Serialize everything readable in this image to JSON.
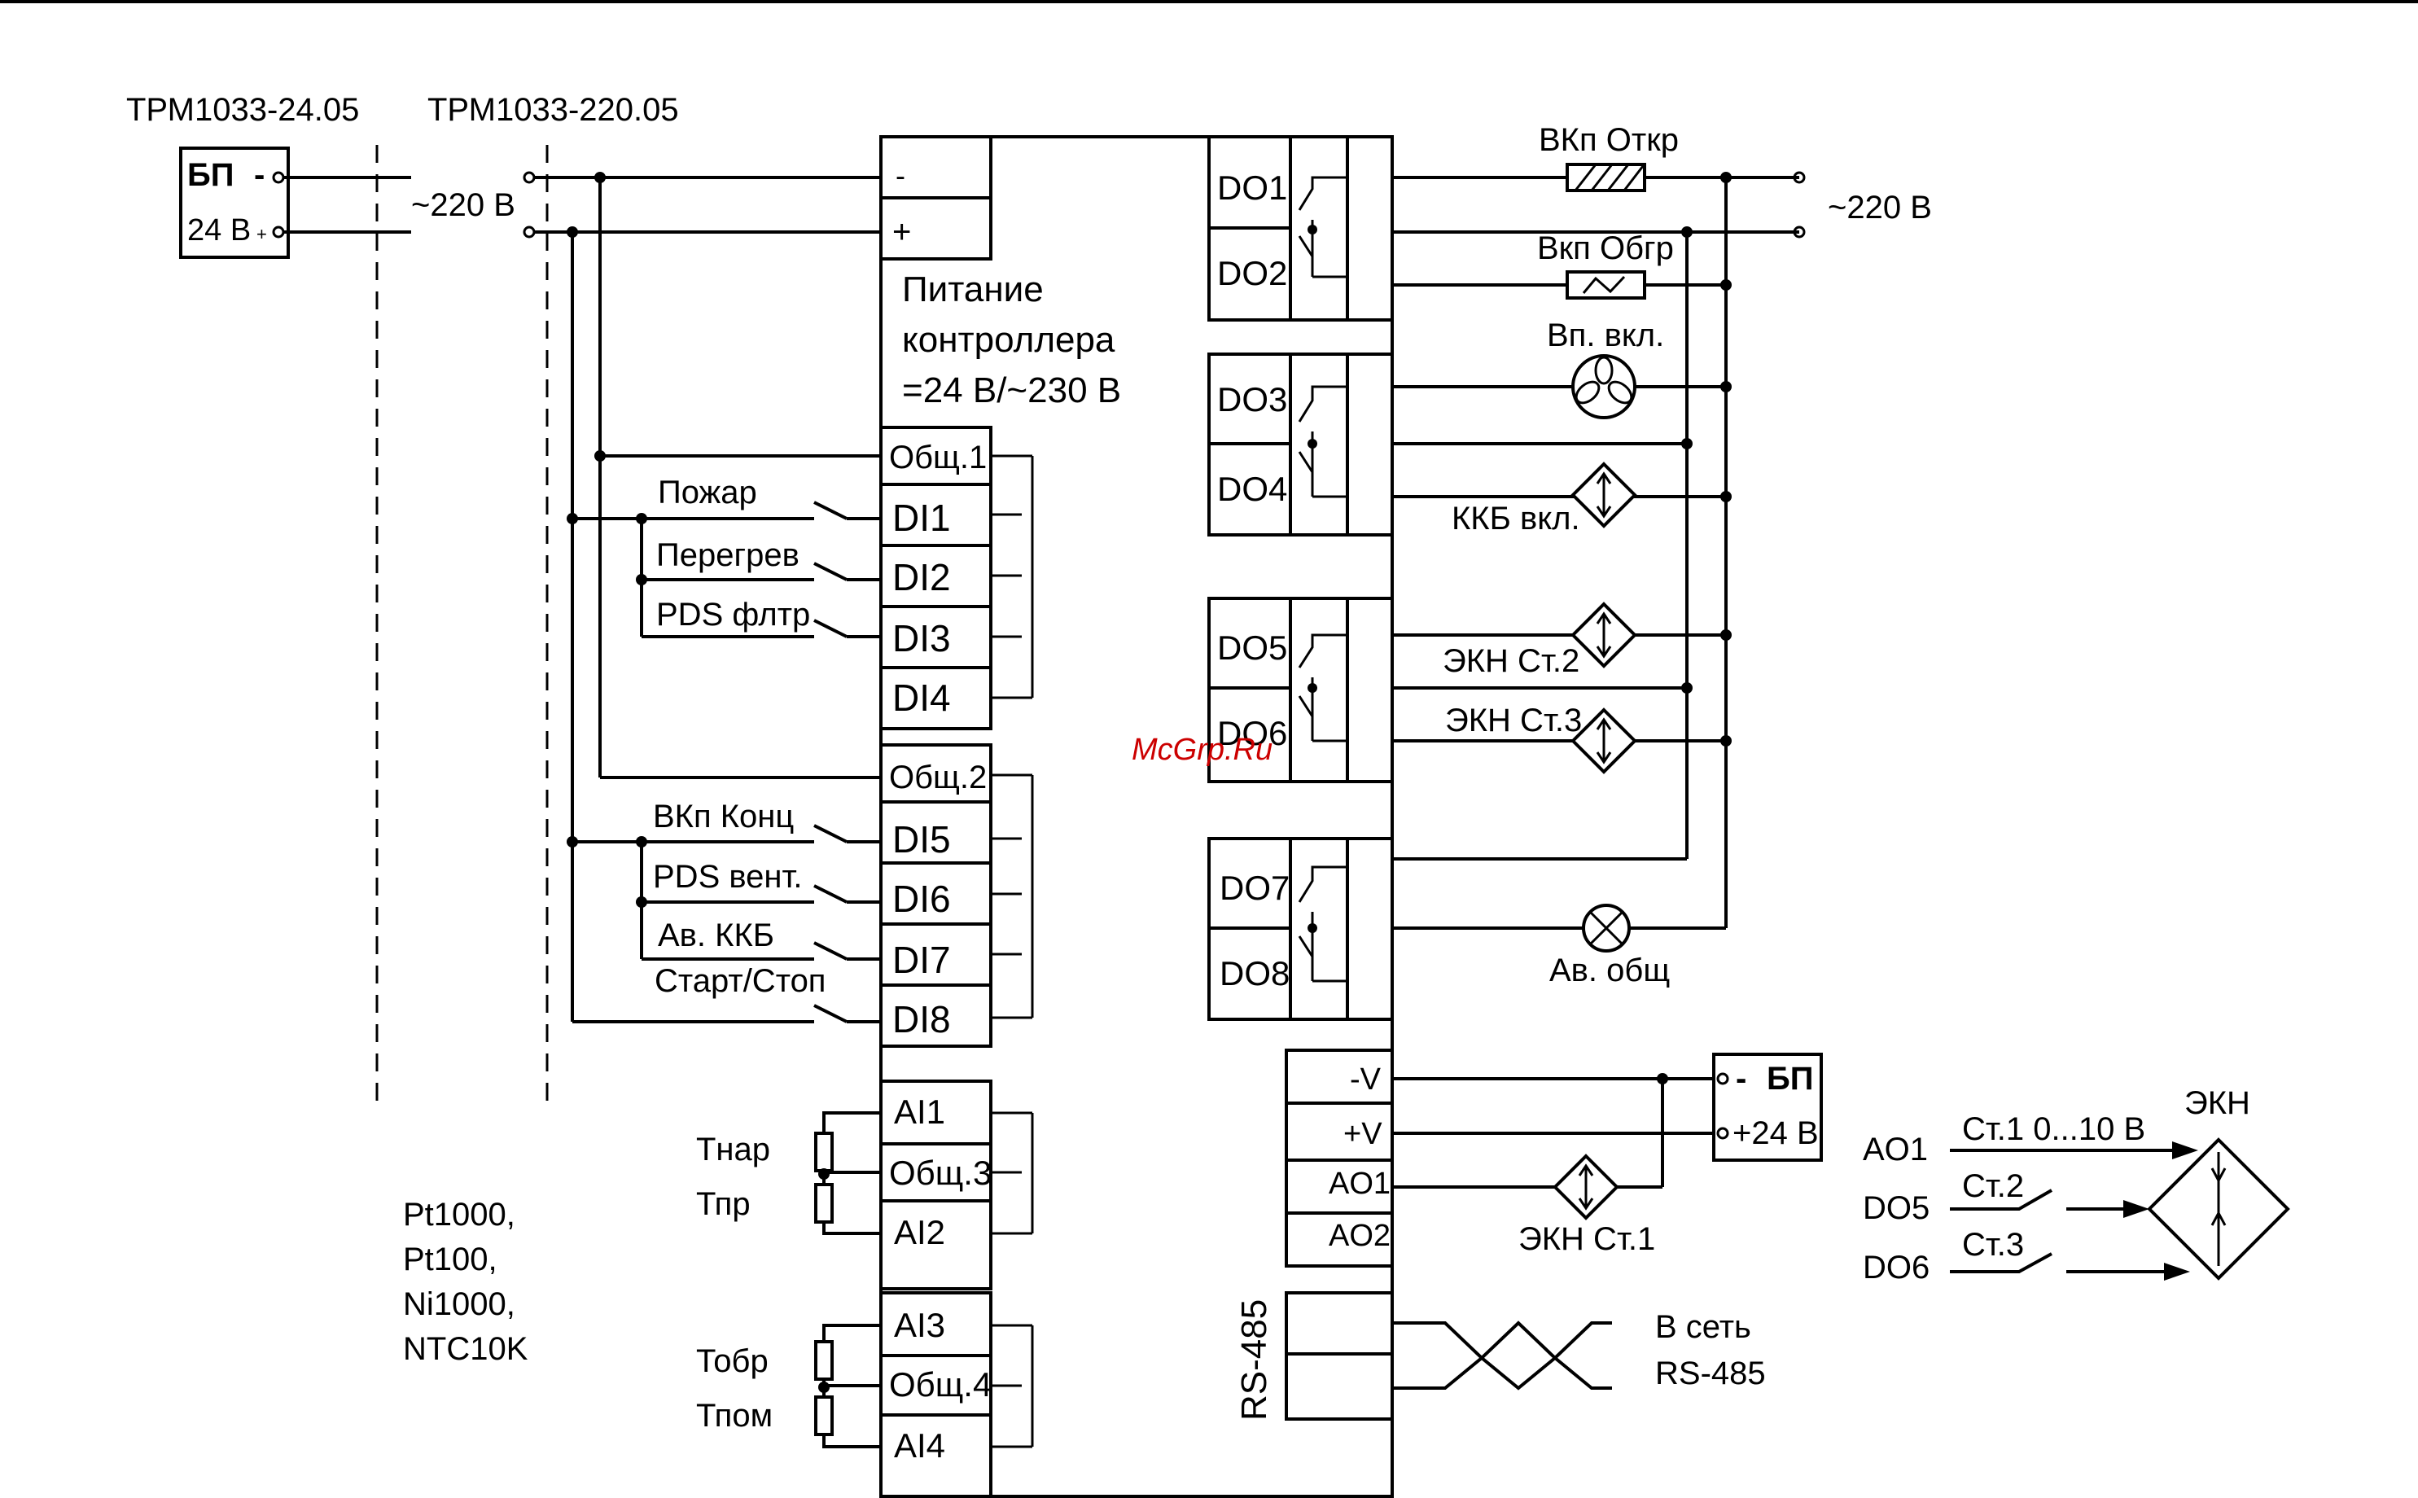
{
  "variants": {
    "left": "ТРМ1033-24.05",
    "right": "ТРМ1033-220.05"
  },
  "psu_left": {
    "title": "БП",
    "voltage": "24 В",
    "minus": "-",
    "plus": "+"
  },
  "supply": {
    "left": "~220 В",
    "right": "~220 В"
  },
  "power_block": {
    "minus": "-",
    "plus": "+",
    "label_l1": "Питание",
    "label_l2": "контроллера",
    "label_l3": "=24 В/~230 В"
  },
  "di_groups": [
    {
      "common": "Общ.1",
      "inputs": [
        {
          "terminal": "DI1",
          "label": "Пожар"
        },
        {
          "terminal": "DI2",
          "label": "Перегрев"
        },
        {
          "terminal": "DI3",
          "label": "PDS флтр"
        },
        {
          "terminal": "DI4",
          "label": ""
        }
      ]
    },
    {
      "common": "Общ.2",
      "inputs": [
        {
          "terminal": "DI5",
          "label": "ВКп Конц"
        },
        {
          "terminal": "DI6",
          "label": "PDS вент."
        },
        {
          "terminal": "DI7",
          "label": "Ав. ККБ"
        },
        {
          "terminal": "DI8",
          "label": "Старт/Стоп"
        }
      ]
    }
  ],
  "ai_groups": [
    {
      "terminals": [
        "AI1",
        "Общ.3",
        "AI2"
      ],
      "sensors": [
        "Тнар",
        "Тпр"
      ]
    },
    {
      "terminals": [
        "AI3",
        "Общ.4",
        "AI4"
      ],
      "sensors": [
        "Тобр",
        "Тпом"
      ]
    }
  ],
  "sensor_types": [
    "Pt1000,",
    "Pt100,",
    "Ni1000,",
    "NTC10K"
  ],
  "do_terminals": [
    "DO1",
    "DO2",
    "DO3",
    "DO4",
    "DO5",
    "DO6",
    "DO7",
    "DO8"
  ],
  "loads": {
    "damper_open": "ВКп Откр",
    "damper_heat": "Вкп Обгр",
    "fan": "Вп. вкл.",
    "kkb": "ККБ вкл.",
    "ekn2": "ЭКН Ст.2",
    "ekn3": "ЭКН Ст.3",
    "alarm": "Ав. общ"
  },
  "ao_block": {
    "minus_v": "-V",
    "plus_v": "+V",
    "ao1": "AO1",
    "ao2": "AO2"
  },
  "psu_right": {
    "title": "БП",
    "voltage": "+24 В",
    "minus": "-"
  },
  "ekn1": "ЭКН Ст.1",
  "rs485": {
    "label": "RS-485",
    "network_l1": "В сеть",
    "network_l2": "RS-485"
  },
  "ekn_box": {
    "title": "ЭКН",
    "inputs": [
      {
        "source": "AO1",
        "label": "Ст.1  0...10 В"
      },
      {
        "source": "DO5",
        "label": "Ст.2"
      },
      {
        "source": "DO6",
        "label": "Ст.3"
      }
    ]
  },
  "watermark": "McGrp.Ru"
}
